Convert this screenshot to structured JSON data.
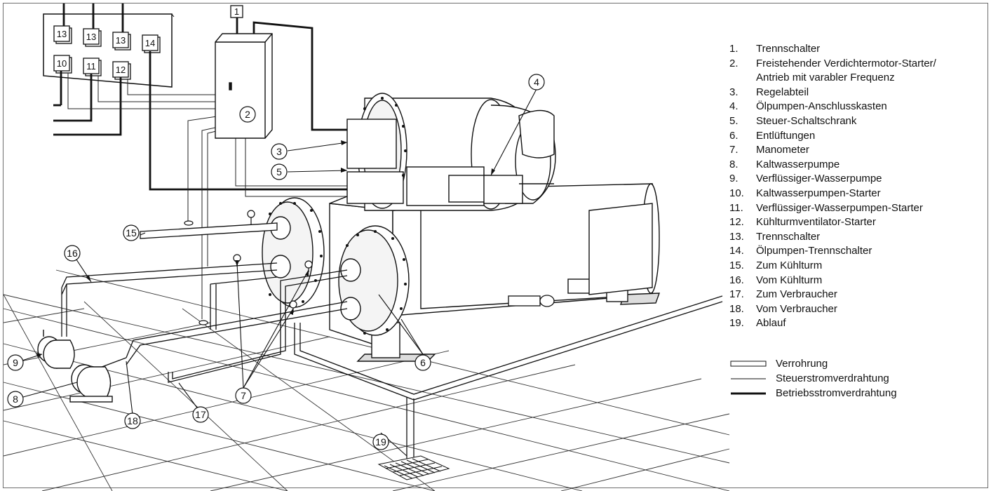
{
  "legend": {
    "items": [
      {
        "num": "1.",
        "text": "Trennschalter"
      },
      {
        "num": "2.",
        "text": "Freistehender Verdichtermotor-Starter/",
        "cont": "Antrieb mit varabler Frequenz"
      },
      {
        "num": "3.",
        "text": "Regelabteil"
      },
      {
        "num": "4.",
        "text": "Ölpumpen-Anschlusskasten"
      },
      {
        "num": "5.",
        "text": "Steuer-Schaltschrank"
      },
      {
        "num": "6.",
        "text": "Entlüftungen"
      },
      {
        "num": "7.",
        "text": "Manometer"
      },
      {
        "num": "8.",
        "text": "Kaltwasserpumpe"
      },
      {
        "num": "9.",
        "text": "Verflüssiger-Wasserpumpe"
      },
      {
        "num": "10.",
        "text": "Kaltwasserpumpen-Starter"
      },
      {
        "num": "11.",
        "text": "Verflüssiger-Wasserpumpen-Starter"
      },
      {
        "num": "12.",
        "text": "Kühlturmventilator-Starter"
      },
      {
        "num": "13.",
        "text": "Trennschalter"
      },
      {
        "num": "14.",
        "text": "Ölpumpen-Trennschalter"
      },
      {
        "num": "15.",
        "text": "Zum Kühlturm"
      },
      {
        "num": "16.",
        "text": "Vom Kühlturm"
      },
      {
        "num": "17.",
        "text": "Zum Verbraucher"
      },
      {
        "num": "18.",
        "text": "Vom Verbraucher"
      },
      {
        "num": "19.",
        "text": "Ablauf"
      }
    ],
    "line_types": [
      {
        "text": "Verrohrung",
        "style": "pipe"
      },
      {
        "text": "Steuerstromverdrahtung",
        "style": "thin"
      },
      {
        "text": "Betriebsstromverdrahtung",
        "style": "thick"
      }
    ]
  },
  "callouts": {
    "c1": "1",
    "c2": "2",
    "c3": "3",
    "c4": "4",
    "c5": "5",
    "c6": "6",
    "c7": "7",
    "c8": "8",
    "c9": "9",
    "c15": "15",
    "c16": "16",
    "c17": "17",
    "c18": "18",
    "c19": "19"
  },
  "starter_boxes": {
    "b13a": "13",
    "b13b": "13",
    "b13c": "13",
    "b14": "14",
    "b10": "10",
    "b11": "11",
    "b12": "12"
  }
}
